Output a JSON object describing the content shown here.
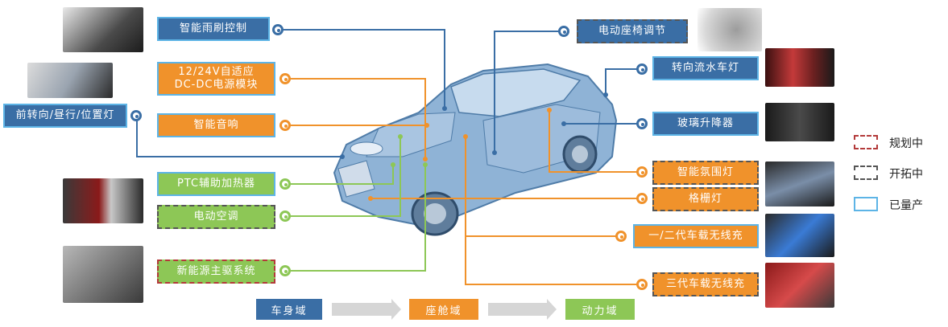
{
  "left_labels": [
    {
      "id": "wiper",
      "text": "智能雨刷控制",
      "style": "blue"
    },
    {
      "id": "dcdc",
      "line1": "12/24V自适应",
      "line2": "DC-DC电源模块",
      "style": "orange"
    },
    {
      "id": "headlamp",
      "text": "前转向/昼行/位置灯",
      "style": "blue"
    },
    {
      "id": "audio",
      "text": "智能音响",
      "style": "orange"
    },
    {
      "id": "ptc",
      "text": "PTC辅助加热器",
      "style": "green"
    },
    {
      "id": "ac",
      "text": "电动空调",
      "style": "green"
    },
    {
      "id": "drive",
      "text": "新能源主驱系统",
      "style": "green"
    }
  ],
  "right_labels": [
    {
      "id": "seat",
      "text": "电动座椅调节",
      "style": "blue"
    },
    {
      "id": "turn",
      "text": "转向流水车灯",
      "style": "blue"
    },
    {
      "id": "window",
      "text": "玻璃升降器",
      "style": "blue"
    },
    {
      "id": "ambient",
      "text": "智能氛围灯",
      "style": "orange"
    },
    {
      "id": "grille",
      "text": "格栅灯",
      "style": "orange"
    },
    {
      "id": "wc12",
      "text": "一/二代车载无线充",
      "style": "orange"
    },
    {
      "id": "wc3",
      "text": "三代车载无线充",
      "style": "orange"
    }
  ],
  "legend": [
    {
      "text": "规划中",
      "border": "dashed-red"
    },
    {
      "text": "开拓中",
      "border": "dashed-grey"
    },
    {
      "text": "已量产",
      "border": "solid-cyan"
    }
  ],
  "domains": [
    {
      "text": "车身域",
      "color": "#3a6ea5"
    },
    {
      "text": "座舱域",
      "color": "#f0922b"
    },
    {
      "text": "动力域",
      "color": "#8dc756"
    }
  ],
  "colors": {
    "body": "#3a6ea5",
    "cockpit": "#f0922b",
    "power": "#8dc756"
  }
}
